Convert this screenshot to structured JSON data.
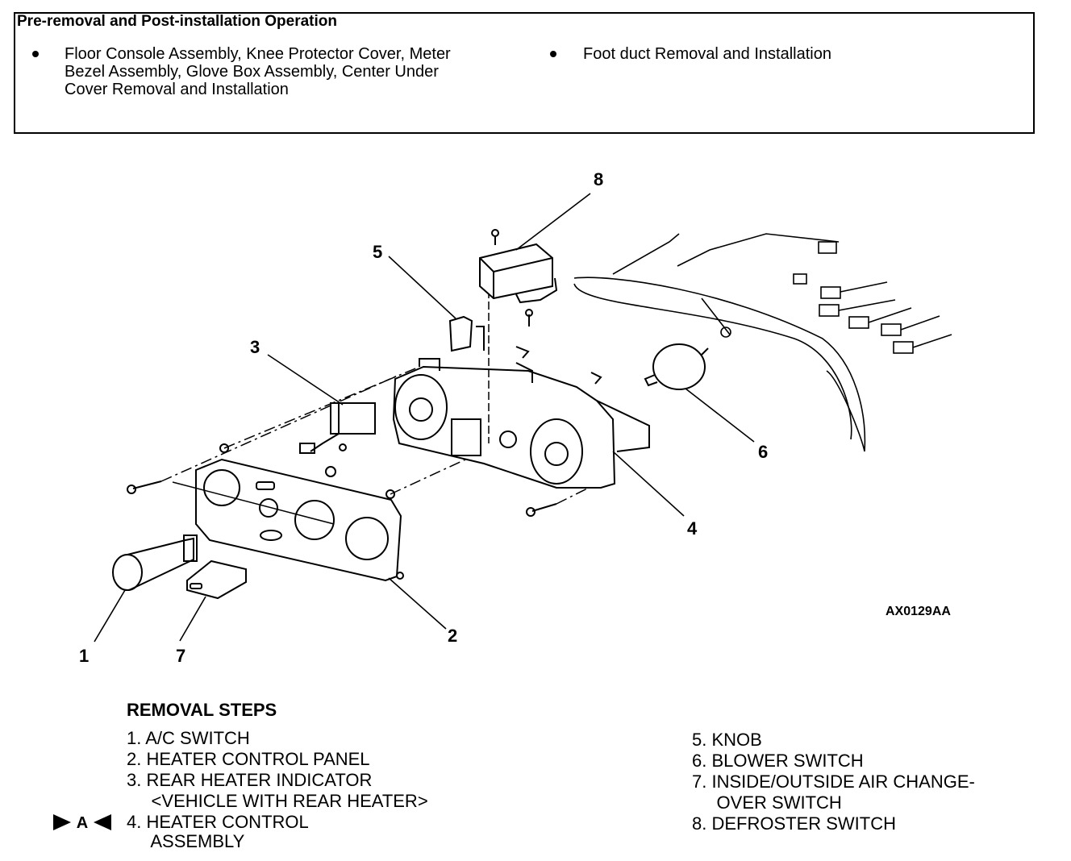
{
  "header": {
    "title": "Pre-removal and Post-installation Operation",
    "bullets_left": [
      "Floor Console Assembly, Knee Protector Cover, Meter",
      "Bezel Assembly, Glove Box Assembly, Center Under",
      "Cover  Removal  and  Installation"
    ],
    "bullet_right": "Foot duct Removal and Installation"
  },
  "callouts": {
    "c1": "1",
    "c2": "2",
    "c3": "3",
    "c4": "4",
    "c5": "5",
    "c6": "6",
    "c7": "7",
    "c8": "8"
  },
  "figure_code": "AX0129AA",
  "removal": {
    "title": "REMOVAL STEPS",
    "steps_left": [
      "1. A/C SWITCH",
      "2. HEATER CONTROL PANEL",
      "3. REAR HEATER INDICATOR",
      "     <VEHICLE WITH REAR HEATER>",
      "4. HEATER CONTROL",
      "     ASSEMBLY"
    ],
    "steps_right": [
      "5. KNOB",
      "6. BLOWER SWITCH",
      "7. INSIDE/OUTSIDE AIR CHANGE-",
      "     OVER SWITCH",
      "8. DEFROSTER SWITCH"
    ],
    "marker": "A"
  }
}
